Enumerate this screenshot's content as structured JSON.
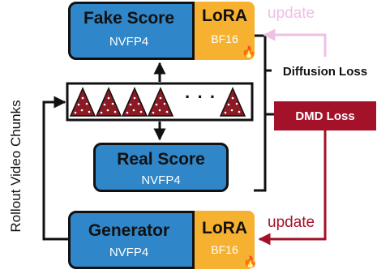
{
  "fake_score": {
    "title": "Fake Score",
    "precision": "NVFP4"
  },
  "fake_lora": {
    "title": "LoRA",
    "precision": "BF16",
    "icon": "flame-icon"
  },
  "real_score": {
    "title": "Real Score",
    "precision": "NVFP4"
  },
  "generator": {
    "title": "Generator",
    "precision": "NVFP4"
  },
  "gen_lora": {
    "title": "LoRA",
    "precision": "BF16",
    "icon": "flame-icon"
  },
  "side_label": "Rollout Video Chunks",
  "chunks": {
    "ellipsis": "· · ·"
  },
  "losses": {
    "diffusion": "Diffusion Loss",
    "dmd": "DMD Loss"
  },
  "updates": {
    "top": "update",
    "bottom": "update"
  },
  "colors": {
    "score_blue": "#2f86c8",
    "lora_orange": "#f6b131",
    "update_pink": "#eec0e6",
    "dmd_red": "#a4122a",
    "chunk_red": "#8b1a24"
  }
}
